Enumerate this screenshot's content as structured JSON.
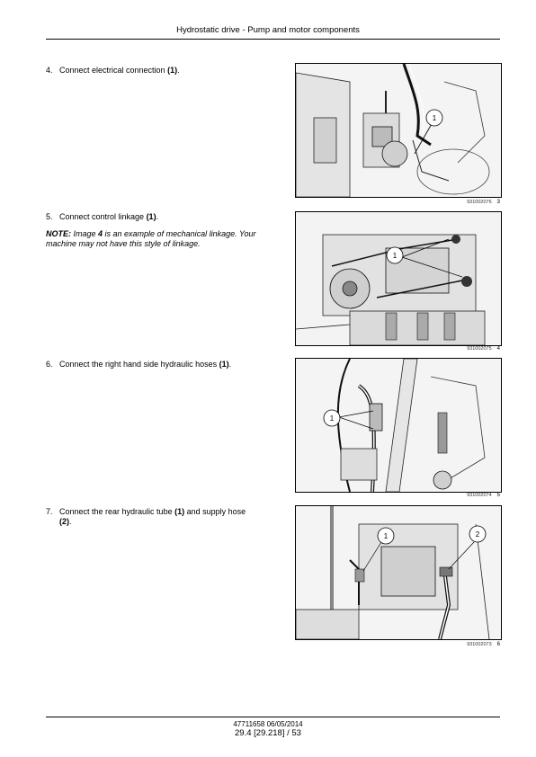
{
  "header": {
    "title": "Hydrostatic drive - Pump and motor components"
  },
  "steps": [
    {
      "num": "4.",
      "text_before": "Connect electrical connection ",
      "bold": "(1)",
      "text_after": "."
    },
    {
      "num": "5.",
      "text_before": "Connect control linkage ",
      "bold": "(1)",
      "text_after": "."
    },
    {
      "num": "6.",
      "text_before": "Connect the right hand side hydraulic hoses ",
      "bold": "(1)",
      "text_after": "."
    },
    {
      "num": "7.",
      "line1_before": "Connect the rear hydraulic tube ",
      "line1_bold": "(1)",
      "line1_after": " and supply hose",
      "line2_bold": "(2)",
      "line2_after": "."
    }
  ],
  "note": {
    "label": "NOTE:",
    "pre": " Image ",
    "ref": "4",
    "post1": " is an example of mechanical linkage. Your",
    "line2": "machine may not have this style of linkage."
  },
  "figures": [
    {
      "id": "931002076",
      "number": "3",
      "callouts": [
        "1"
      ]
    },
    {
      "id": "931002075",
      "number": "4",
      "callouts": [
        "1"
      ]
    },
    {
      "id": "931002074",
      "number": "5",
      "callouts": [
        "1"
      ]
    },
    {
      "id": "931002073",
      "number": "6",
      "callouts": [
        "1",
        "2"
      ]
    }
  ],
  "footer": {
    "doc": "47711658 06/05/2014",
    "page": "29.4 [29.218] / 53"
  }
}
